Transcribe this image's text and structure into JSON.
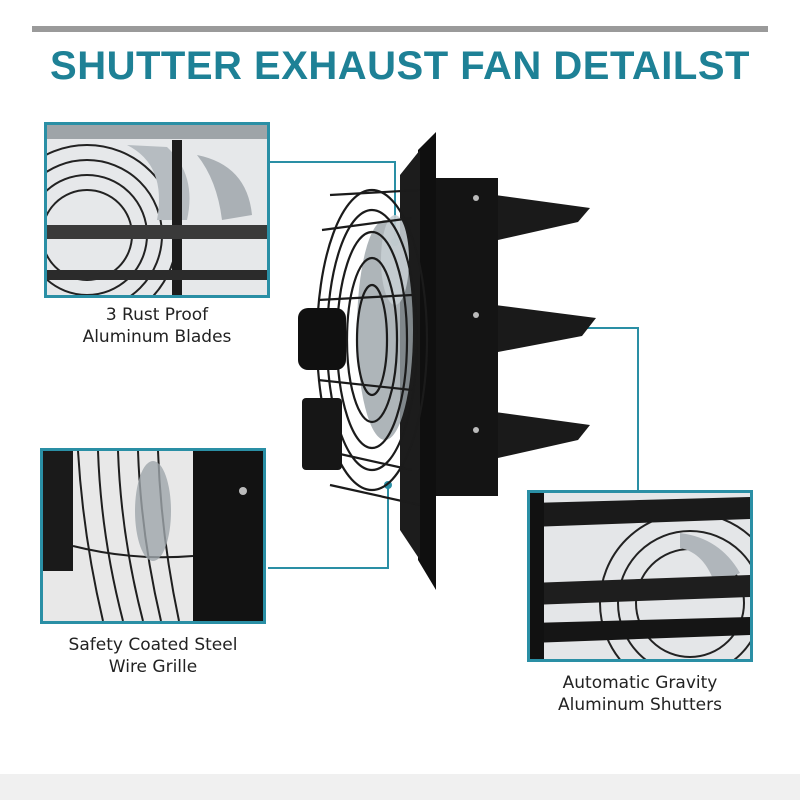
{
  "title": "SHUTTER EXHAUST FAN DETAILST",
  "callouts": {
    "blades": {
      "line1": "3 Rust Proof",
      "line2": "Aluminum Blades"
    },
    "grille": {
      "line1": "Safety Coated Steel",
      "line2": "Wire Grille"
    },
    "shutters": {
      "line1": "Automatic Gravity",
      "line2": "Aluminum Shutters"
    }
  },
  "colors": {
    "accent": "#2a8fa5",
    "title": "#1e8196",
    "fan_body": "#151515"
  }
}
